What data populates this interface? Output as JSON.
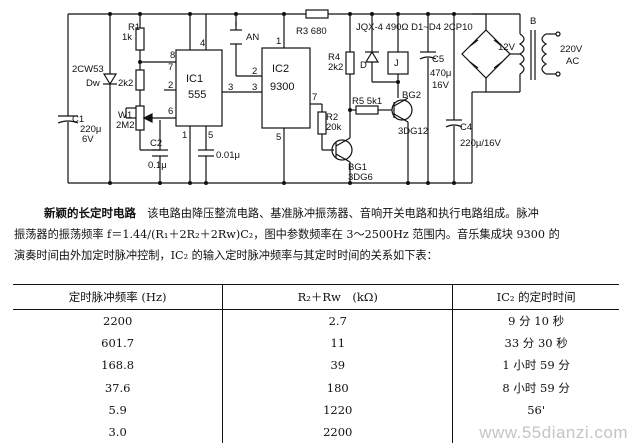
{
  "schematic": {
    "labels": {
      "ic1": "IC1",
      "ic1_type": "555",
      "ic2": "IC2",
      "ic2_type": "9300",
      "r1": "R1",
      "r1_val": "1k",
      "r2": "R2",
      "r2_val": "20k",
      "r3": "R3  680",
      "r4": "R4",
      "r4_val": "2k2",
      "r5": "R5  5k1",
      "zener": "2CW53",
      "zener_sub": "Dw",
      "r_2k2": "2k2",
      "w1": "W1",
      "w1_val": "2M2",
      "c1": "C1",
      "c1_val": "220μ",
      "c1_v": "6V",
      "c2": "C2",
      "c2_val": "0.1μ",
      "c_001": "0.01μ",
      "an": "AN",
      "relay": "JQX-4  490Ω  D1~D4 2CP10",
      "d": "D",
      "j": "J",
      "bg1": "BG1",
      "bg1_type": "3DG6",
      "bg2": "BG2",
      "bg2_type": "3DG12",
      "c5": "C5",
      "c5_val": "470μ",
      "c5_v": "16V",
      "c4": "C4",
      "c4_val": "220μ/16V",
      "v12": "12V",
      "b": "B",
      "v220": "220V",
      "ac": "AC",
      "p1_8": "8",
      "p1_4": "4",
      "p1_7": "7",
      "p1_6": "6",
      "p1_2": "2",
      "p1_1": "1",
      "p1_5": "5",
      "p1_3": "3",
      "p2_1": "1",
      "p2_2": "2",
      "p2_3": "3",
      "p2_5": "5",
      "p2_7": "7"
    }
  },
  "description": {
    "heading": "新颖的长定时电路",
    "line1": "该电路由降压整流电路、基准脉冲振荡器、音响开关电路和执行电路组成。脉冲",
    "line2": "振荡器的振荡频率 f＝1.44/(R₁＋2R₂＋2Rw)C₂，图中参数频率在 3～2500Hz 范围内。音乐集成块 9300 的",
    "line3": "演奏时间由外加定时脉冲控制，IC₂ 的输入定时脉冲频率与其定时时间的关系如下表："
  },
  "table": {
    "headers": [
      "定时脉冲频率 (Hz)",
      "R₂＋Rw　(kΩ)",
      "IC₂ 的定时时间"
    ],
    "rows": [
      [
        "2200",
        "2.7",
        "9 分 10 秒"
      ],
      [
        "601.7",
        "11",
        "33 分 30 秒"
      ],
      [
        "168.8",
        "39",
        "1 小时 59 分"
      ],
      [
        "37.6",
        "180",
        "8 小时 59 分"
      ],
      [
        "5.9",
        "1220",
        "56'"
      ],
      [
        "3.0",
        "2200",
        ""
      ]
    ]
  },
  "watermark": "www.55dianzi.com"
}
